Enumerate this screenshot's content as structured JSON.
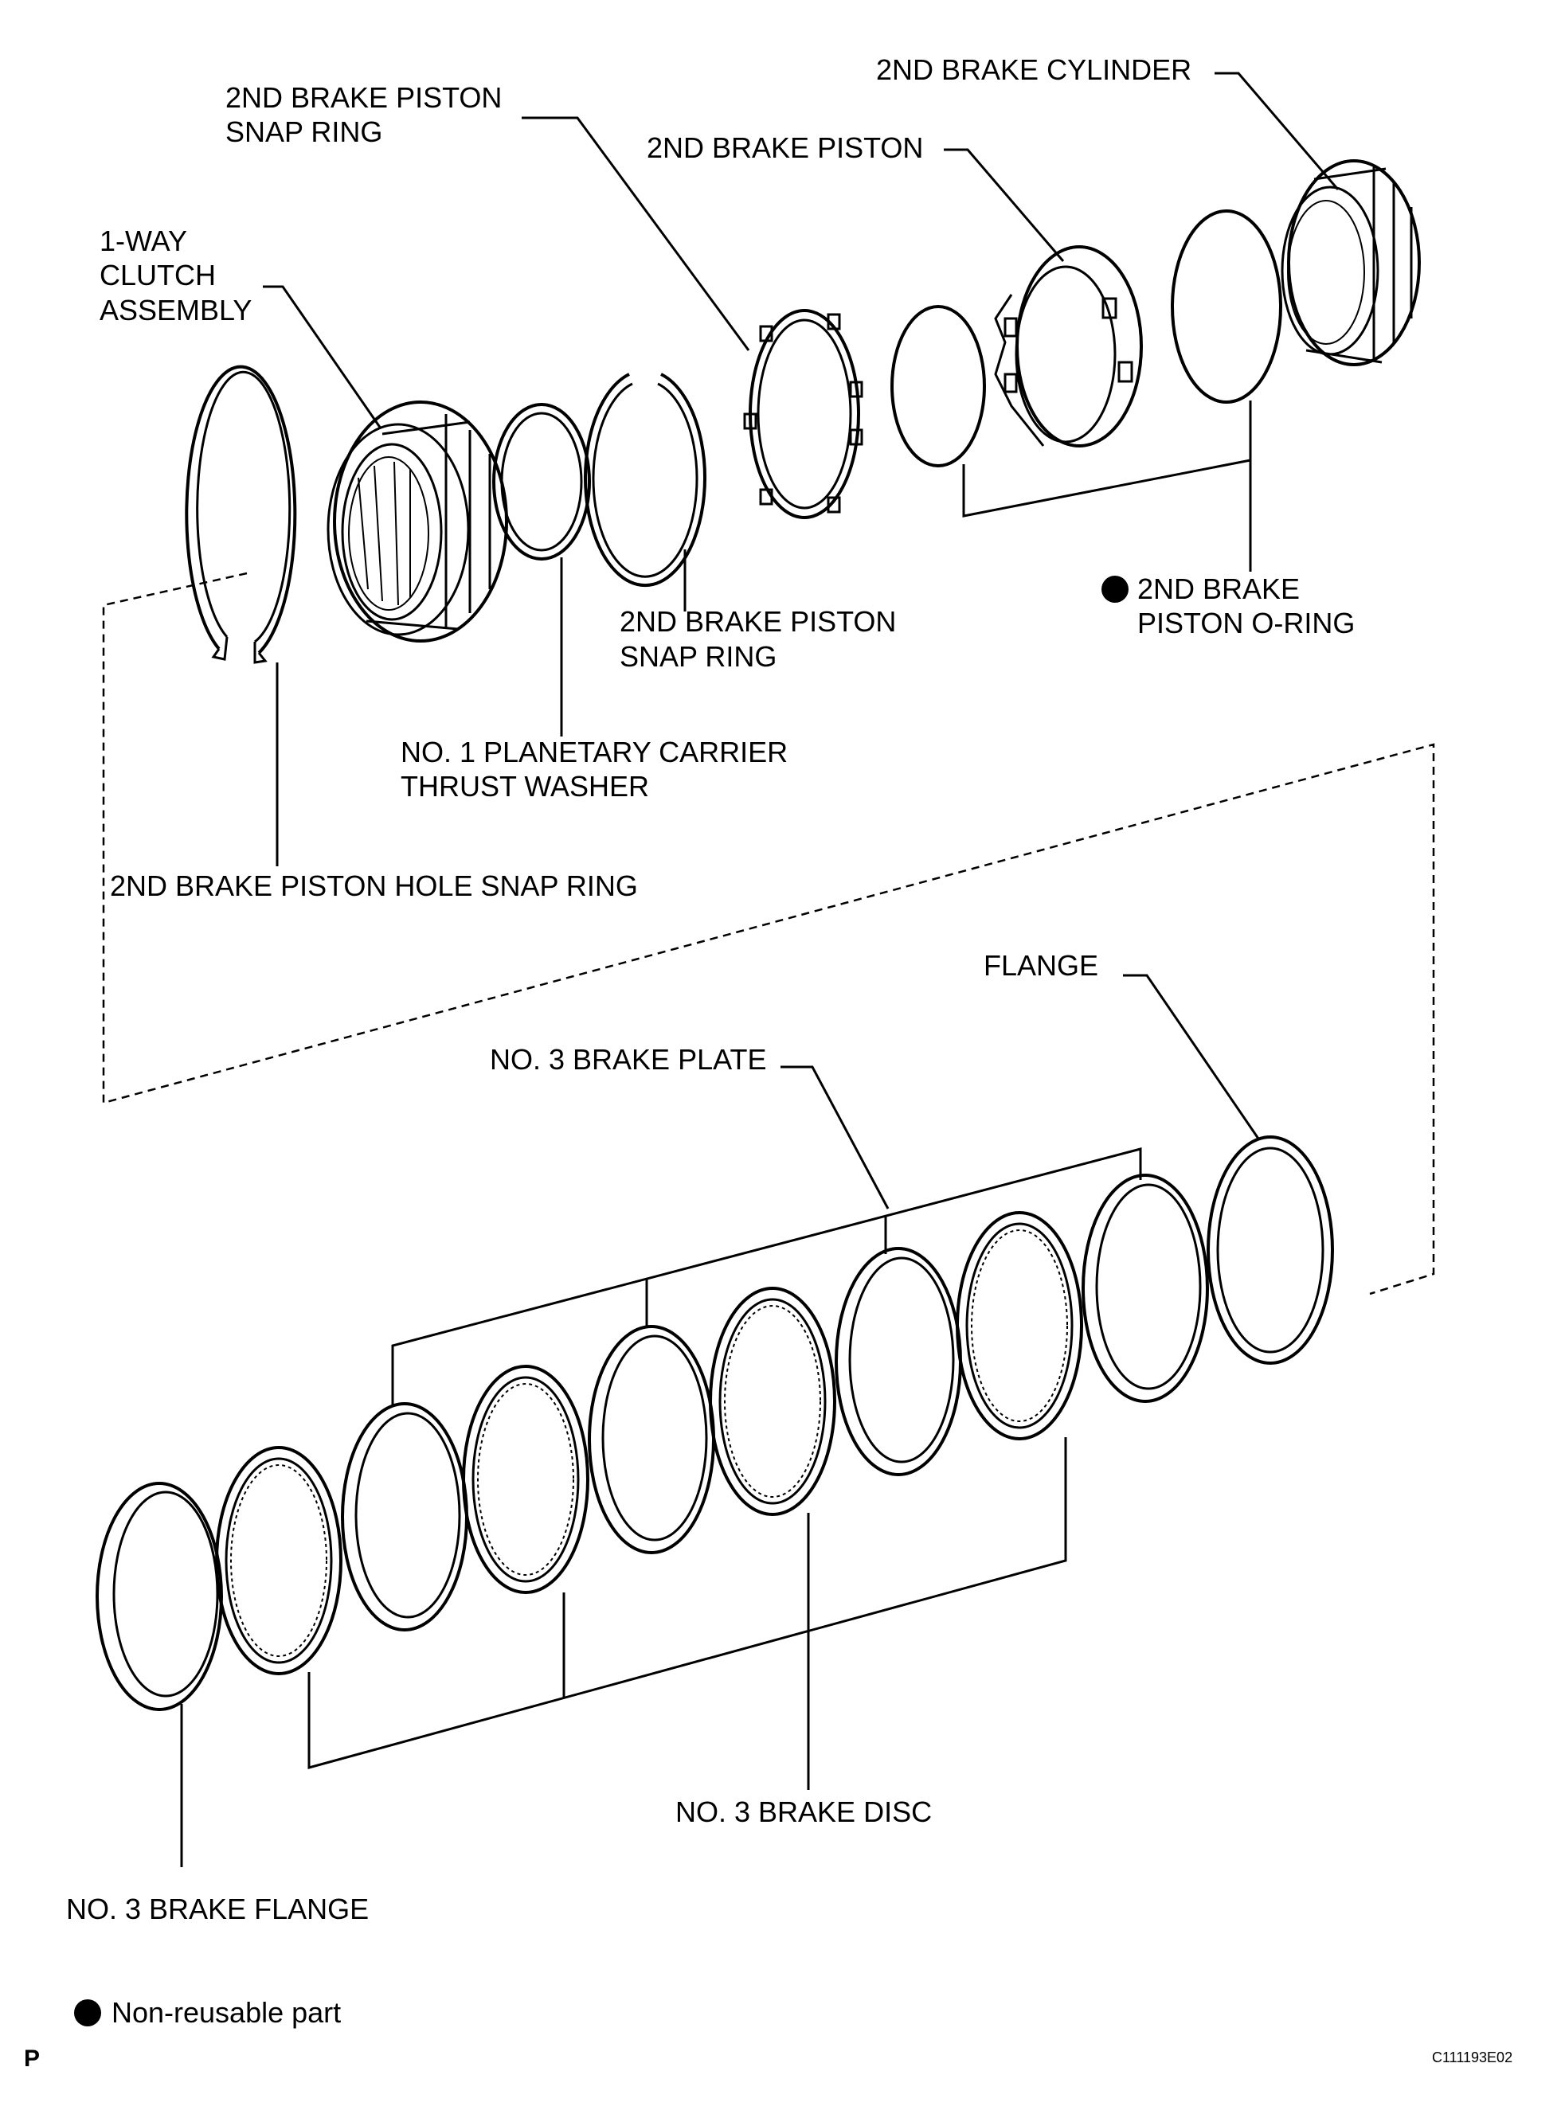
{
  "labels": {
    "cylinder": "2ND BRAKE CYLINDER",
    "piston_snap_top_1": "2ND BRAKE PISTON",
    "piston_snap_top_2": "SNAP RING",
    "piston": "2ND BRAKE PISTON",
    "oneway_1": "1-WAY",
    "oneway_2": "CLUTCH",
    "oneway_3": "ASSEMBLY",
    "piston_snap_bottom_1": "2ND BRAKE PISTON",
    "piston_snap_bottom_2": "SNAP RING",
    "oring_1": "2ND BRAKE",
    "oring_2": "PISTON O-RING",
    "thrust_1": "NO. 1 PLANETARY CARRIER",
    "thrust_2": "THRUST WASHER",
    "hole_snap": "2ND BRAKE PISTON HOLE SNAP RING",
    "flange": "FLANGE",
    "plate": "NO. 3 BRAKE PLATE",
    "disc": "NO. 3 BRAKE DISC",
    "brake_flange": "NO. 3 BRAKE FLANGE"
  },
  "legend": {
    "marker": "filled-circle",
    "text": "Non-reusable part"
  },
  "corner_left": "P",
  "figure_code": "C111193E02",
  "icons": [
    "non-reusable-dot-icon"
  ]
}
